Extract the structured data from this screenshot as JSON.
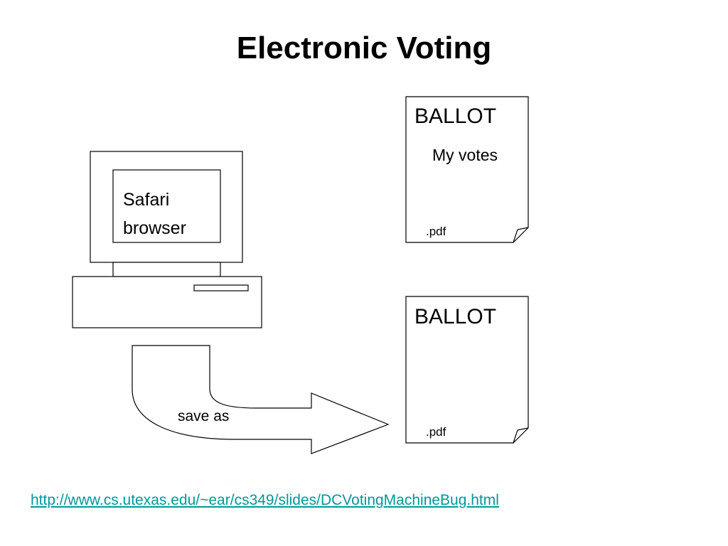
{
  "title": "Electronic Voting",
  "computer": {
    "screen_line1": "Safari",
    "screen_line2": "browser"
  },
  "ballot_top": {
    "heading": "BALLOT",
    "body": "My votes",
    "extension": ".pdf"
  },
  "ballot_bottom": {
    "heading": "BALLOT",
    "extension": ".pdf"
  },
  "arrow": {
    "label": "save as"
  },
  "link": {
    "text": "http://www.cs.utexas.edu/~ear/cs349/slides/DCVotingMachineBug.html",
    "color": "#009999"
  },
  "colors": {
    "stroke": "#000000",
    "background": "#ffffff"
  }
}
